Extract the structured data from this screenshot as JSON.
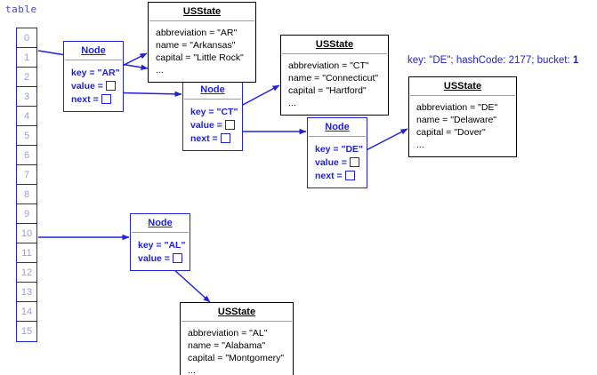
{
  "diagram": {
    "table_label": "table",
    "table_indices": [
      "0",
      "1",
      "2",
      "3",
      "4",
      "5",
      "6",
      "7",
      "8",
      "9",
      "10",
      "11",
      "12",
      "13",
      "14",
      "15"
    ],
    "annotation": {
      "prefix": "key: \"DE\"; hashCode: 2177; bucket: ",
      "bucket": "1"
    },
    "colors": {
      "node_blue": "#2020dd",
      "state_black": "#000000",
      "index_text": "#9a9aec",
      "divider_gray": "#9e9e9e"
    },
    "nodes": [
      {
        "title": "Node",
        "key_label": "key = \"AR\"",
        "value_label": "value =",
        "next_label": "next =",
        "has_next": true
      },
      {
        "title": "Node",
        "key_label": "key = \"CT\"",
        "value_label": "value =",
        "next_label": "next =",
        "has_next": true
      },
      {
        "title": "Node",
        "key_label": "key = \"DE\"",
        "value_label": "value =",
        "next_label": "next =",
        "has_next": true
      },
      {
        "title": "Node",
        "key_label": "key = \"AL\"",
        "value_label": "value =",
        "next_label": "",
        "has_next": false
      }
    ],
    "states": [
      {
        "title": "USState",
        "abbreviation": "abbreviation = \"AR\"",
        "name": "name = \"Arkansas\"",
        "capital": "capital = \"Little Rock\"",
        "ellipsis": "..."
      },
      {
        "title": "USState",
        "abbreviation": "abbreviation = \"CT\"",
        "name": "name = \"Connecticut\"",
        "capital": "capital = \"Hartford\"",
        "ellipsis": "..."
      },
      {
        "title": "USState",
        "abbreviation": "abbreviation = \"DE\"",
        "name": "name = \"Delaware\"",
        "capital": "capital = \"Dover\"",
        "ellipsis": "..."
      },
      {
        "title": "USState",
        "abbreviation": "abbreviation = \"AL\"",
        "name": "name = \"Alabama\"",
        "capital": "capital = \"Montgomery\"",
        "ellipsis": "..."
      }
    ]
  }
}
